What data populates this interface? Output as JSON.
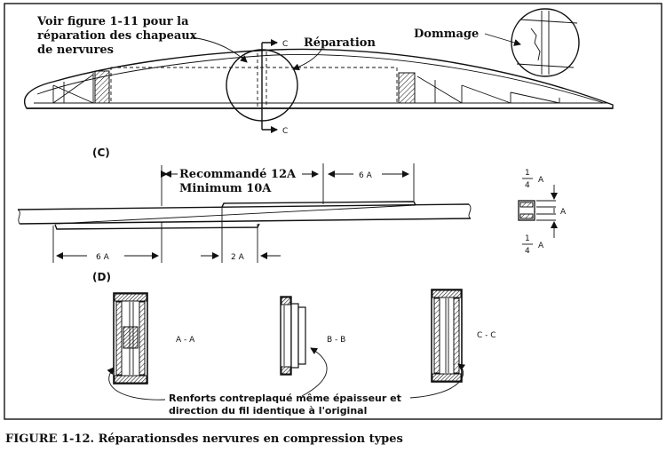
{
  "labels": {
    "voir_figure": [
      "Voir figure 1-11 pour la",
      "réparation des chapeaux",
      "de nervures"
    ],
    "reparation": "Réparation",
    "dommage": "Dommage",
    "section_c_top": "C",
    "section_c_bottom": "C",
    "view_c": "(C)",
    "view_d": "(D)",
    "recommande": "Recommandé 12A",
    "minimum": "Minimum 10A",
    "dim_6a_top": "6 A",
    "dim_6a_bottom": "6 A",
    "dim_2a": "2 A",
    "fraction_top_num": "1",
    "fraction_top_den": "4",
    "fraction_top_a": "A",
    "fraction_mid_a": "A",
    "fraction_bot_num": "1",
    "fraction_bot_den": "4",
    "fraction_bot_a": "A",
    "section_aa": "A - A",
    "section_bb": "B - B",
    "section_cc": "C - C",
    "renforts": [
      "Renforts contreplaqué même épaisseur et",
      "direction du fil identique à l'original"
    ]
  },
  "caption": "FIGURE 1-12. Réparationsdes nervures en compression types"
}
